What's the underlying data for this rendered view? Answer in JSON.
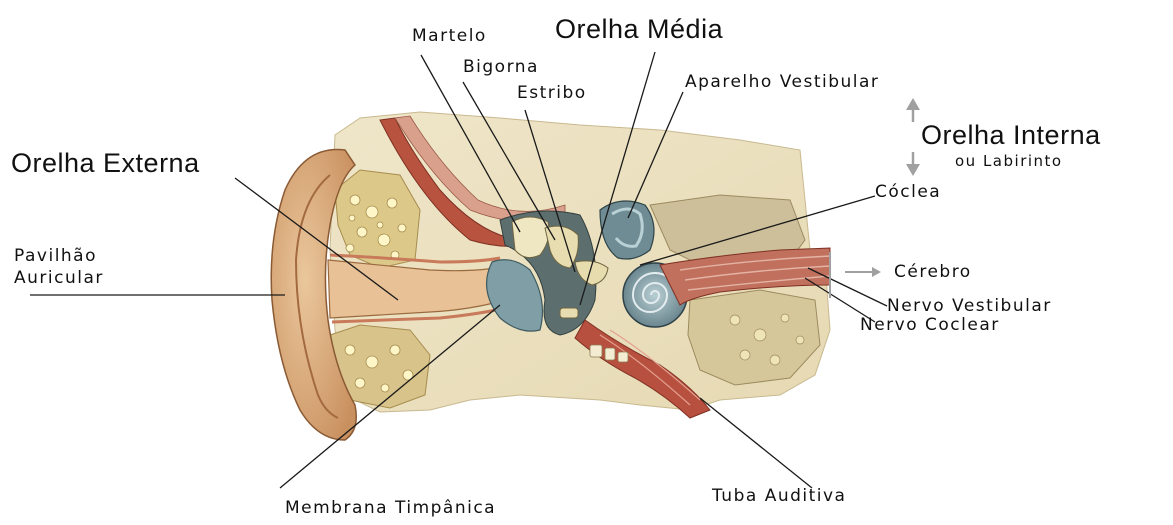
{
  "labels": {
    "martelo": "Martelo",
    "orelha_media": "Orelha Média",
    "bigorna": "Bigorna",
    "estribo": "Estribo",
    "aparelho_vestibular": "Aparelho Vestibular",
    "orelha_interna": "Orelha Interna",
    "ou_labirinto": "ou Labirinto",
    "orelha_externa": "Orelha Externa",
    "coclea": "Cóclea",
    "pavilhao_line1": "Pavilhão",
    "pavilhao_line2": "Auricular",
    "cerebro": "Cérebro",
    "nervo_vestibular": "Nervo Vestibular",
    "nervo_coclear": "Nervo Coclear",
    "membrana_timpanica": "Membrana Timpânica",
    "tuba_auditiva": "Tuba Auditiva"
  },
  "colors": {
    "ear_skin": "#e2b888",
    "bone": "#c9b98a",
    "inner_ear": "#7f9aa3",
    "vessel_red": "#b24a3c",
    "leader_line": "#1a1a1a",
    "arrow_gray": "#a0a0a0"
  }
}
